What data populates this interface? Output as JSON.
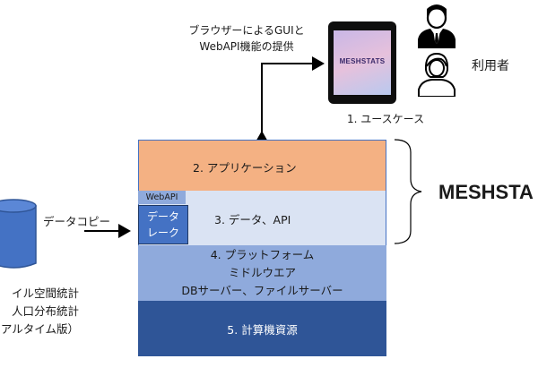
{
  "browser_note": {
    "line1": "ブラウザーによるGUIと",
    "line2": "WebAPI機能の提供"
  },
  "use_case_label": "1. ユースケース",
  "user_label": "利用者",
  "tablet_logo": "MESHSTATS",
  "layers": {
    "application": "2. アプリケーション",
    "data": "3. データ、API",
    "platform": {
      "line1": "4. プラットフォーム",
      "line2": "ミドルウエア",
      "line3": "DBサーバー、ファイルサーバー"
    },
    "compute": "5. 計算機資源"
  },
  "webapi_tag": "WebAPI",
  "datalake": {
    "line1": "データ",
    "line2": "レーク"
  },
  "brace_label": "MESHSTA",
  "data_copy_label": "データコピー",
  "database_labels": {
    "line1": "イル空間統計",
    "line2": "人口分布統計",
    "line3": "アルタイム版）"
  },
  "colors": {
    "application": "#f4b183",
    "data": "#dae3f3",
    "platform": "#8faadc",
    "compute": "#2f5597",
    "datalake": "#4472c4",
    "database": "#4472c4"
  },
  "icons": [
    "tablet-icon",
    "businessman-icon",
    "woman-icon",
    "database-icon",
    "bracket-icon"
  ]
}
